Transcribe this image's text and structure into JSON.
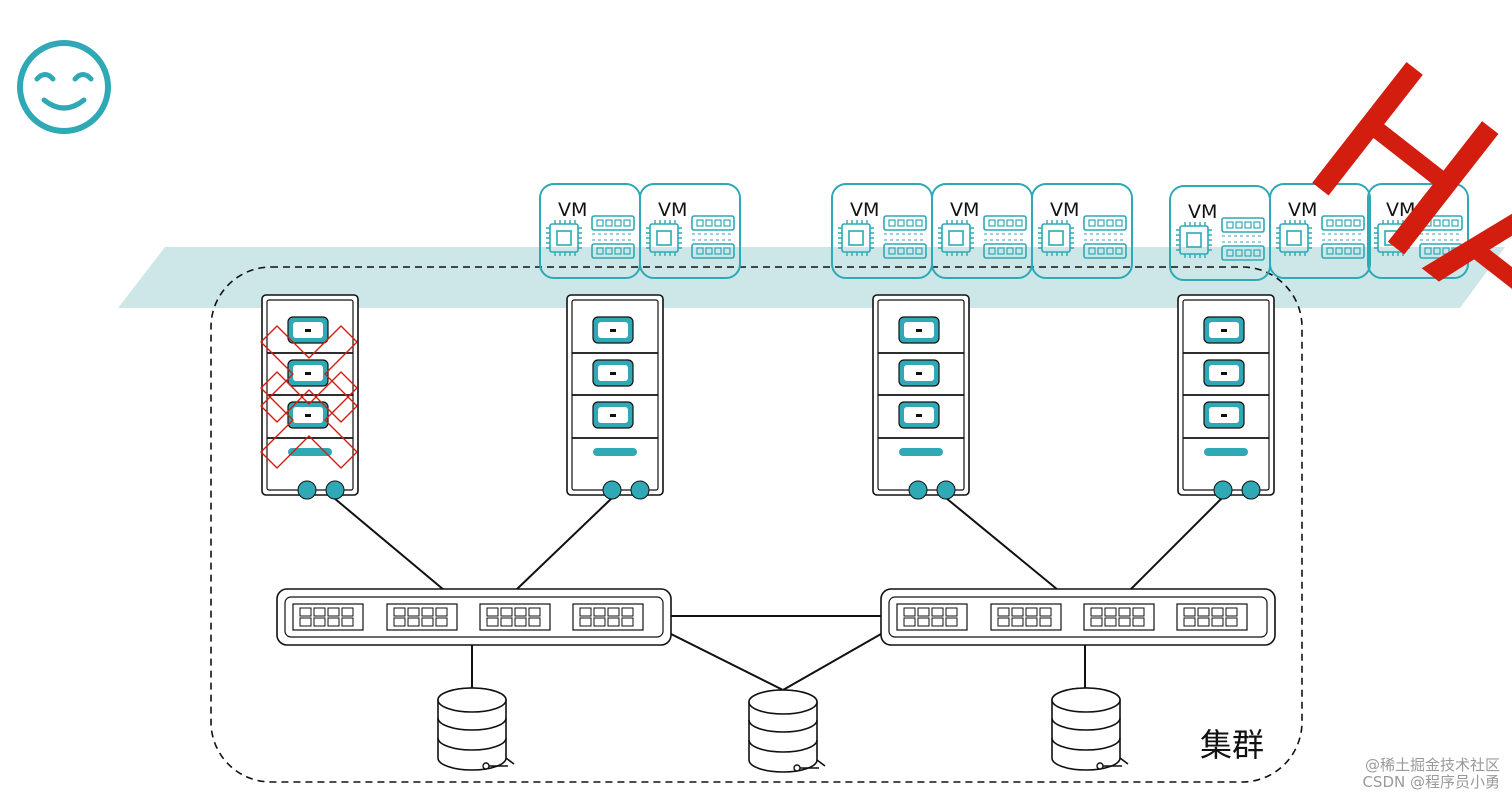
{
  "title_badge": "HA",
  "cluster_label": "集群",
  "vm_label": "VM",
  "vm_groups": [
    {
      "count": 2
    },
    {
      "count": 3
    },
    {
      "count": 3
    }
  ],
  "servers": [
    {
      "failed": true
    },
    {
      "failed": false
    },
    {
      "failed": false
    },
    {
      "failed": false
    }
  ],
  "switches": 2,
  "storage_nodes": 3,
  "watermark": {
    "line1": "@稀土掘金技术社区",
    "line2": "CSDN @程序员小勇"
  },
  "colors": {
    "accent": "#2ea9b5",
    "plane": "#cde6e7",
    "failure": "#d31d0e",
    "line": "#111111"
  },
  "icons": [
    "smiley-icon",
    "chip-icon",
    "memory-icon",
    "server-icon",
    "switch-icon",
    "database-icon",
    "failure-cross-icon"
  ]
}
